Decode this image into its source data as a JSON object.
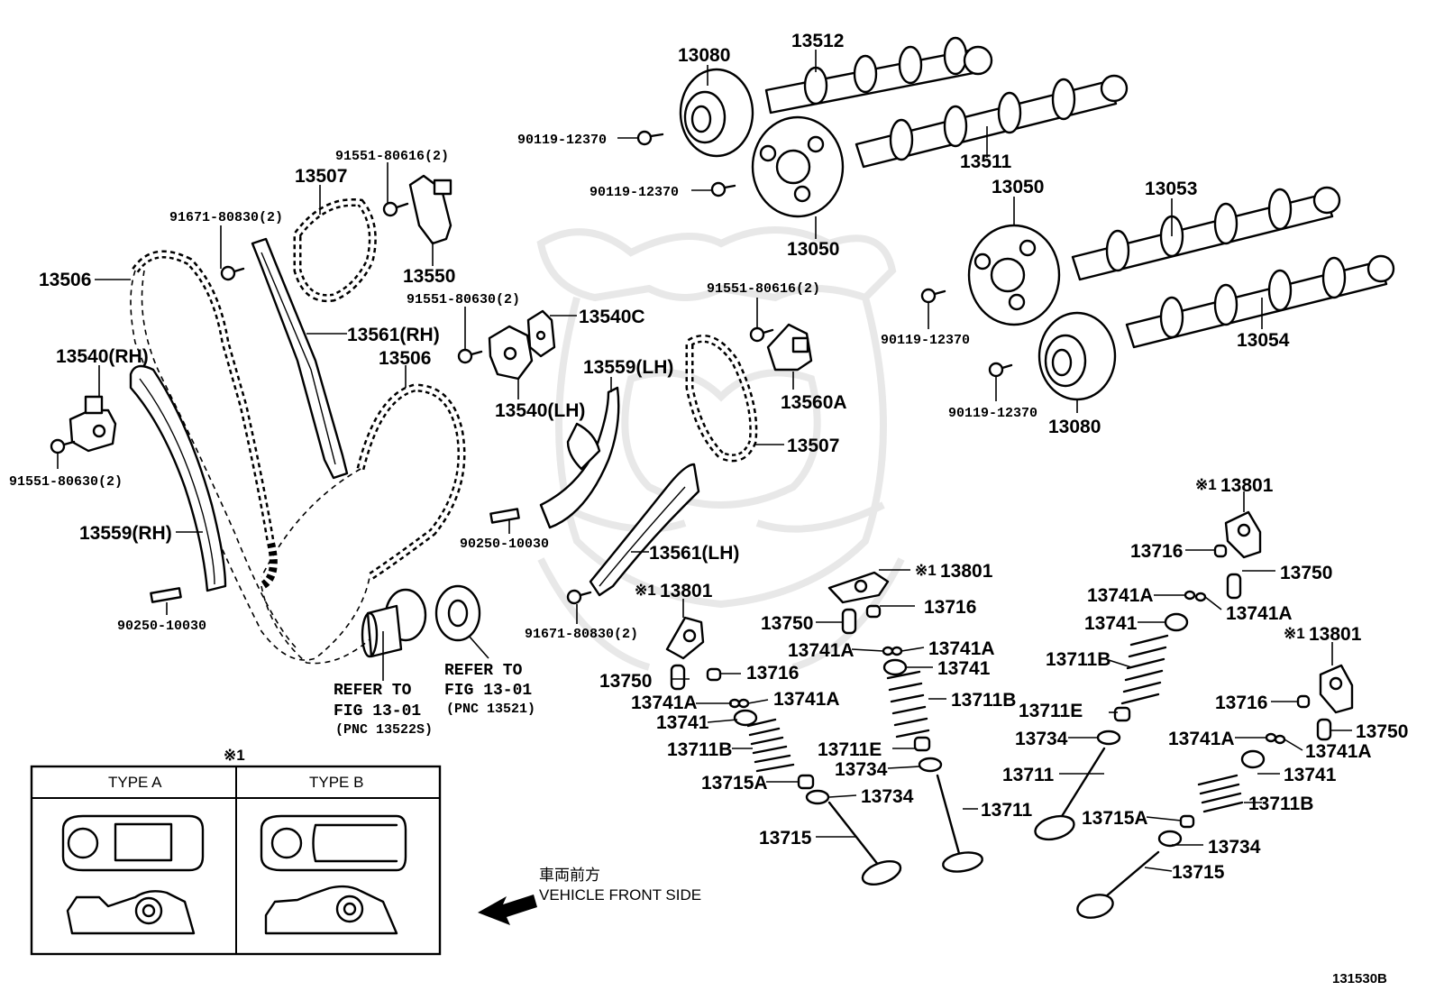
{
  "labels": {
    "p13080_top": "13080",
    "p13512": "13512",
    "p90119_a": "90119-12370",
    "p91551_80616_a": "91551-80616(2)",
    "p90119_b": "90119-12370",
    "p13507_top": "13507",
    "p13511": "13511",
    "p13050_top": "13050",
    "p13053": "13053",
    "p91671_a": "91671-80830(2)",
    "p13050_mid": "13050",
    "p13550": "13550",
    "p13506_left": "13506",
    "p91551_80630_a": "91551-80630(2)",
    "p91551_80616_b": "91551-80616(2)",
    "p13540c": "13540C",
    "p13561rh": "13561(RH)",
    "p90119_c": "90119-12370",
    "p13054": "13054",
    "p13540rh": "13540(RH)",
    "p13506_mid": "13506",
    "p13559lh": "13559(LH)",
    "p90119_d": "90119-12370",
    "p13540lh": "13540(LH)",
    "p13560a": "13560A",
    "p13080_bot": "13080",
    "p13507_mid": "13507",
    "p91551_80630_b": "91551-80630(2)",
    "p13801_a": "13801",
    "p13559rh": "13559(RH)",
    "p90250_a": "90250-10030",
    "p13716_a": "13716",
    "p13561lh": "13561(LH)",
    "p13801_b": "13801",
    "p13750_a": "13750",
    "p13801_c": "13801",
    "p13716_b": "13716",
    "p13741a_a": "13741A",
    "p13741a_b": "13741A",
    "p90250_b": "90250-10030",
    "p13750_b": "13750",
    "p13741_a": "13741",
    "p91671_b": "91671-80830(2)",
    "p13741a_c": "13741A",
    "p13741a_d": "13741A",
    "p13801_d": "13801",
    "p13711b_a": "13711B",
    "p13741_b": "13741",
    "p13750_c": "13750",
    "p13716_c": "13716",
    "p13711b_b": "13711B",
    "p13741a_e": "13741A",
    "p13741a_f": "13741A",
    "p13711e_a": "13711E",
    "p13716_d": "13716",
    "p13750_d": "13750",
    "p13741_c": "13741",
    "p13734_a": "13734",
    "p13741a_g": "13741A",
    "p13741a_h": "13741A",
    "p13711b_c": "13711B",
    "p13711e_b": "13711E",
    "p13711_a": "13711",
    "p13741_d": "13741",
    "p13734_b": "13734",
    "p13715a_a": "13715A",
    "p13734_c": "13734",
    "p13711b_d": "13711B",
    "p13711_b": "13711",
    "p13715a_b": "13715A",
    "p13715_a": "13715",
    "p13734_d": "13734",
    "p13715_b": "13715"
  },
  "note_mark": "※1",
  "refer_left": {
    "line1": "REFER TO",
    "line2": "FIG 13-01",
    "line3": "(PNC 13522S)"
  },
  "refer_right": {
    "line1": "REFER TO",
    "line2": "FIG 13-01",
    "line3": "(PNC 13521)"
  },
  "type_table": {
    "mark": "※1",
    "type_a": "TYPE A",
    "type_b": "TYPE B"
  },
  "front_side": {
    "japanese": "車両前方",
    "english": "VEHICLE FRONT SIDE"
  },
  "diagram_id": "131530B"
}
